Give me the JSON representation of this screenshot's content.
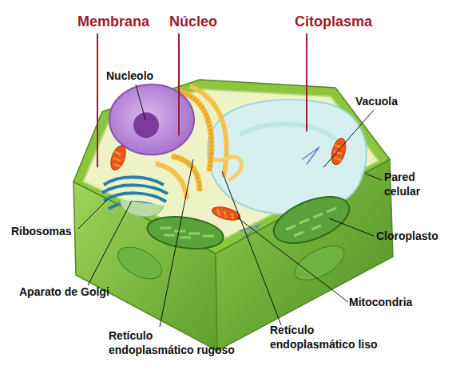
{
  "diagram": {
    "labels": [
      "Membrana",
      "Núcleo",
      "Citoplasma",
      "Nucleolo",
      "Vacuola",
      "Pared celular",
      "Ribosomas",
      "Cloroplasto",
      "Aparato de Golgi",
      "Mitocondria",
      "Retículo endoplasmático rugoso",
      "Retículo endoplasmático liso"
    ]
  }
}
